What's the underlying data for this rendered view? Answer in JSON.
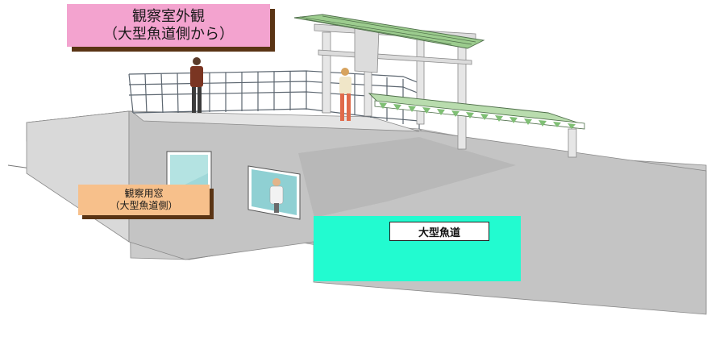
{
  "title_callout": {
    "line1": "観察室外観",
    "line2": "（大型魚道側から）",
    "bg_color": "#f3a3cf"
  },
  "window_callout": {
    "line1": "観察用窓",
    "line2": "（大型魚道側）",
    "bg_color": "#f7c08b"
  },
  "fishway": {
    "label": "大型魚道",
    "color": "#22fbd0"
  },
  "callout_shadow_color": "#5a3414",
  "people": [
    {
      "name": "man-on-deck-figure"
    },
    {
      "name": "woman-on-deck-figure"
    },
    {
      "name": "person-behind-window-figure"
    }
  ]
}
